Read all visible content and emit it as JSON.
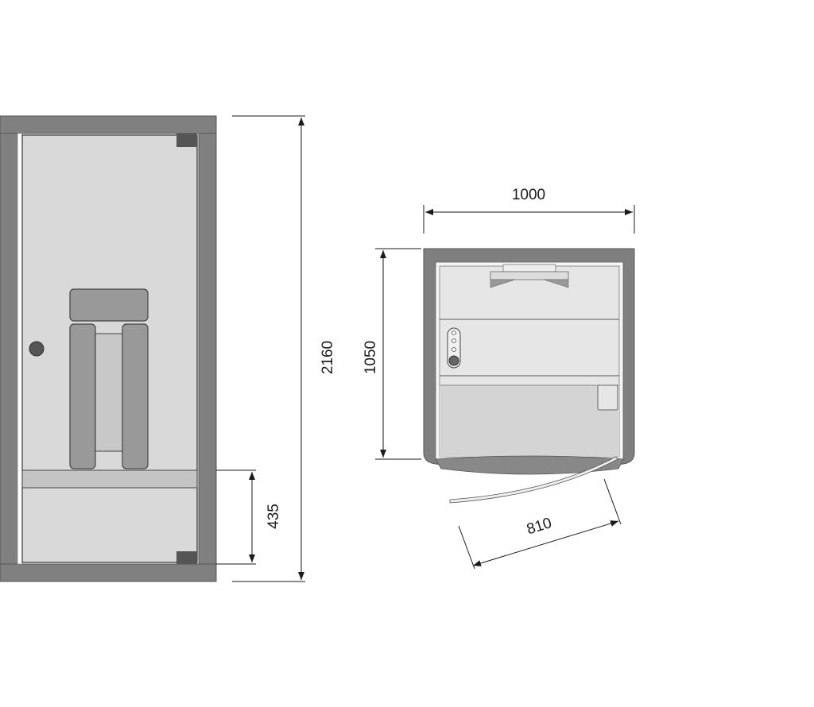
{
  "dimensions": {
    "total_height": "2160",
    "bench_height": "435",
    "width": "1000",
    "depth": "1050",
    "door_width": "810"
  },
  "colors": {
    "frame": "#808080",
    "glass": "#d9d9d9",
    "dark": "#555555",
    "panel": "#e6e6e6",
    "floor": "#d4d4d4"
  }
}
